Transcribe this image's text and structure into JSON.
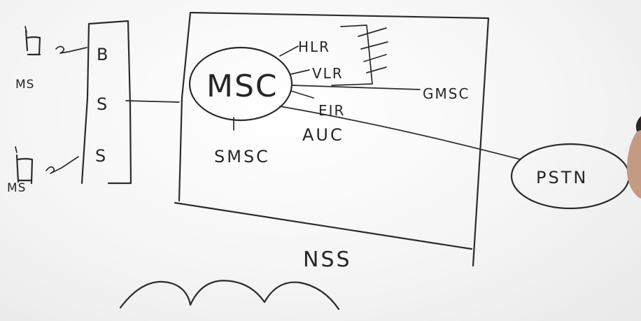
{
  "labels": {
    "ms_top": "MS",
    "ms_bottom": "MS",
    "bss_letters": [
      "B",
      "S",
      "S"
    ],
    "msc": "MSC",
    "hlr": "HLR",
    "vlr": "VLR",
    "eir": "EIR",
    "auc": "AUC",
    "gmsc": "GMSC",
    "smsc": "SMSC",
    "pstn": "PSTN",
    "nss": "NSS"
  },
  "colors": {
    "ink": "#2b2b2b",
    "board": "#f6f6f6"
  },
  "icons": {
    "mobile_station": "phone-icon",
    "radio_link": "wave-icon"
  }
}
